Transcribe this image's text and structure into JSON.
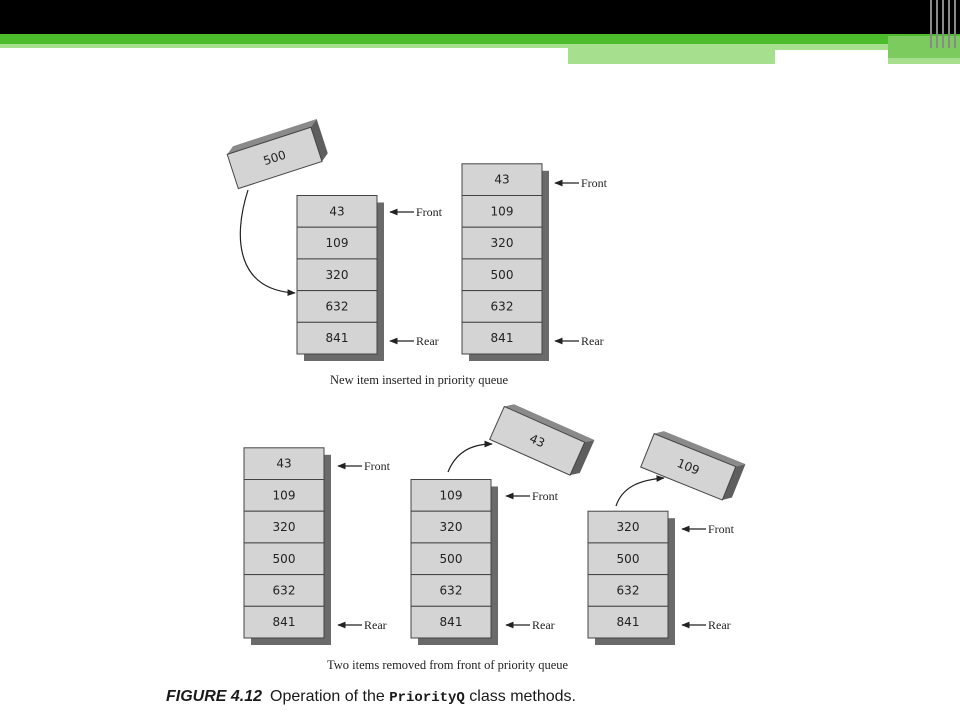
{
  "diagram": {
    "top_caption": "New item inserted in priority queue",
    "bottom_caption": "Two items removed from front of priority queue",
    "front_label": "Front",
    "rear_label": "Rear",
    "inserted_item": "500",
    "removed_items": [
      "43",
      "109"
    ],
    "top_queues": [
      {
        "items": [
          "43",
          "109",
          "320",
          "632",
          "841"
        ]
      },
      {
        "items": [
          "43",
          "109",
          "320",
          "500",
          "632",
          "841"
        ]
      }
    ],
    "bottom_queues": [
      {
        "items": [
          "43",
          "109",
          "320",
          "500",
          "632",
          "841"
        ]
      },
      {
        "items": [
          "109",
          "320",
          "500",
          "632",
          "841"
        ]
      },
      {
        "items": [
          "320",
          "500",
          "632",
          "841"
        ]
      }
    ],
    "colors": {
      "cell_fill": "#d4d4d4",
      "cell_shadow": "#6a6a6a",
      "header_green": "#4cbc2c"
    }
  },
  "figure": {
    "label": "FIGURE 4.12",
    "text_before": "Operation of the ",
    "code": "PriorityQ",
    "text_after": " class methods."
  }
}
